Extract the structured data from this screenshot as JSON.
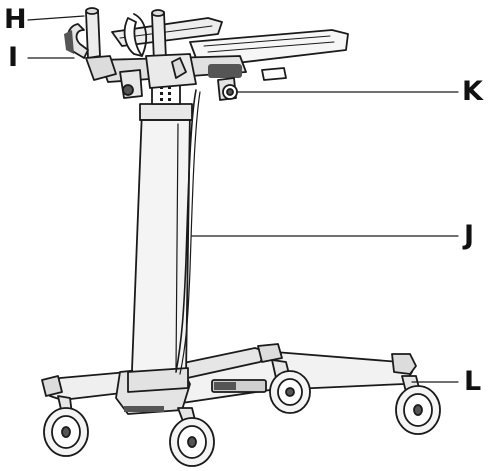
{
  "callouts": {
    "h": "H",
    "i": "I",
    "j": "J",
    "k": "K",
    "l": "L"
  },
  "colors": {
    "line": "#1a1a1a",
    "fill_light": "#f2f2f2",
    "fill_mid": "#dcdcdc",
    "fill_dark": "#555555",
    "background": "#ffffff"
  }
}
